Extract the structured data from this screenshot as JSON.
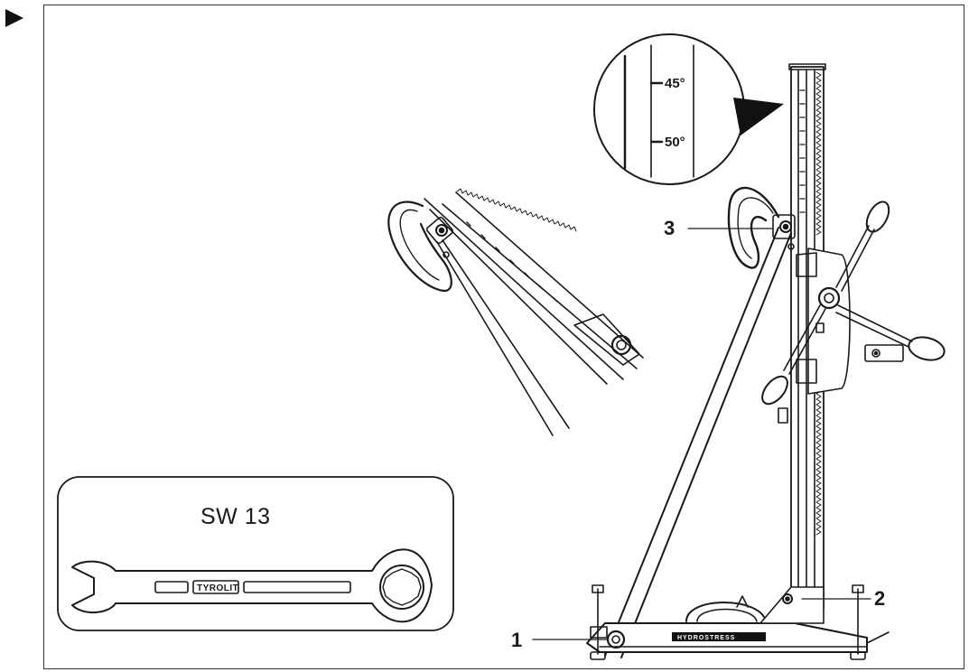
{
  "arrow_icon": "black-triangle-right",
  "callouts": {
    "c1": "1",
    "c2": "2",
    "c3": "3"
  },
  "magnifier": {
    "tick_top": "45°",
    "tick_bottom": "50°"
  },
  "wrench_box": {
    "label": "SW 13",
    "brand": "TYROLIT"
  },
  "base_plate": {
    "brand": "HYDROSTRESS"
  }
}
